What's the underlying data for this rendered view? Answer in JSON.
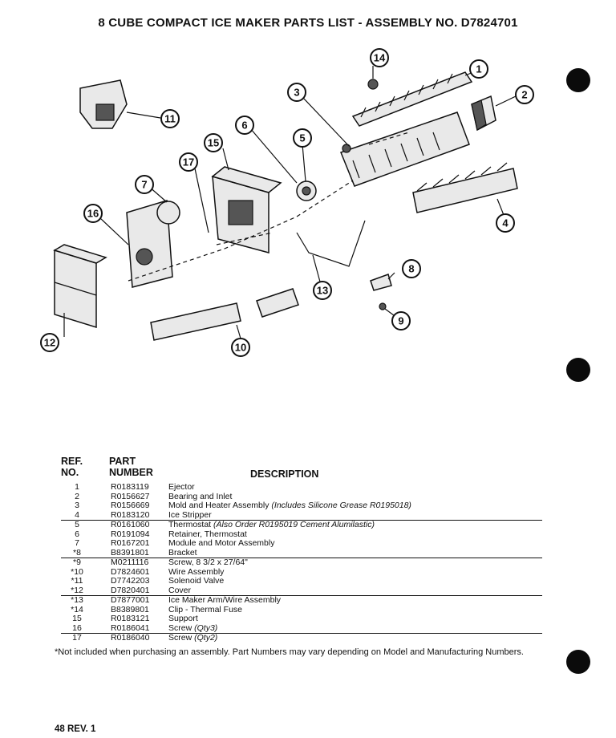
{
  "title": "8 CUBE COMPACT ICE MAKER PARTS LIST - ASSEMBLY NO. D7824701",
  "diagram": {
    "callouts": [
      "1",
      "2",
      "3",
      "4",
      "5",
      "6",
      "7",
      "8",
      "9",
      "10",
      "11",
      "12",
      "13",
      "14",
      "15",
      "16",
      "17"
    ]
  },
  "table": {
    "headers": {
      "ref_line1": "REF.",
      "ref_line2": "NO.",
      "part_line1": "PART",
      "part_line2": "NUMBER",
      "description": "DESCRIPTION"
    },
    "rows": [
      {
        "ref": "1",
        "part": "R0183119",
        "desc": "Ejector",
        "note": ""
      },
      {
        "ref": "2",
        "part": "R0156627",
        "desc": "Bearing and Inlet",
        "note": ""
      },
      {
        "ref": "3",
        "part": "R0156669",
        "desc": "Mold and Heater Assembly",
        "note": "(Includes Silicone Grease R0195018)"
      },
      {
        "ref": "4",
        "part": "R0183120",
        "desc": "Ice Stripper",
        "note": ""
      },
      {
        "ref": "5",
        "part": "R0161060",
        "desc": "Thermostat",
        "note": "(Also Order R0195019 Cement Alumilastic)"
      },
      {
        "ref": "6",
        "part": "R0191094",
        "desc": "Retainer, Thermostat",
        "note": ""
      },
      {
        "ref": "7",
        "part": "R0167201",
        "desc": "Module and Motor Assembly",
        "note": ""
      },
      {
        "ref": "*8",
        "part": "B8391801",
        "desc": "Bracket",
        "note": ""
      },
      {
        "ref": "*9",
        "part": "M0211116",
        "desc": "Screw, 8 3/2 x 27/64\"",
        "note": ""
      },
      {
        "ref": "*10",
        "part": "D7824601",
        "desc": "Wire Assembly",
        "note": ""
      },
      {
        "ref": "*11",
        "part": "D7742203",
        "desc": "Solenoid Valve",
        "note": ""
      },
      {
        "ref": "*12",
        "part": "D7820401",
        "desc": "Cover",
        "note": ""
      },
      {
        "ref": "*13",
        "part": "D7877001",
        "desc": "Ice Maker Arm/Wire Assembly",
        "note": ""
      },
      {
        "ref": "*14",
        "part": "B8389801",
        "desc": "Clip - Thermal Fuse",
        "note": ""
      },
      {
        "ref": "15",
        "part": "R0183121",
        "desc": "Support",
        "note": ""
      },
      {
        "ref": "16",
        "part": "R0186041",
        "desc": "Screw",
        "note": "(Qty3)"
      },
      {
        "ref": "17",
        "part": "R0186040",
        "desc": "Screw",
        "note": "(Qty2)"
      }
    ]
  },
  "footnote": "*Not included when purchasing an assembly. Part Numbers may vary depending on Model and Manufacturing Numbers.",
  "footer": "48 REV. 1"
}
